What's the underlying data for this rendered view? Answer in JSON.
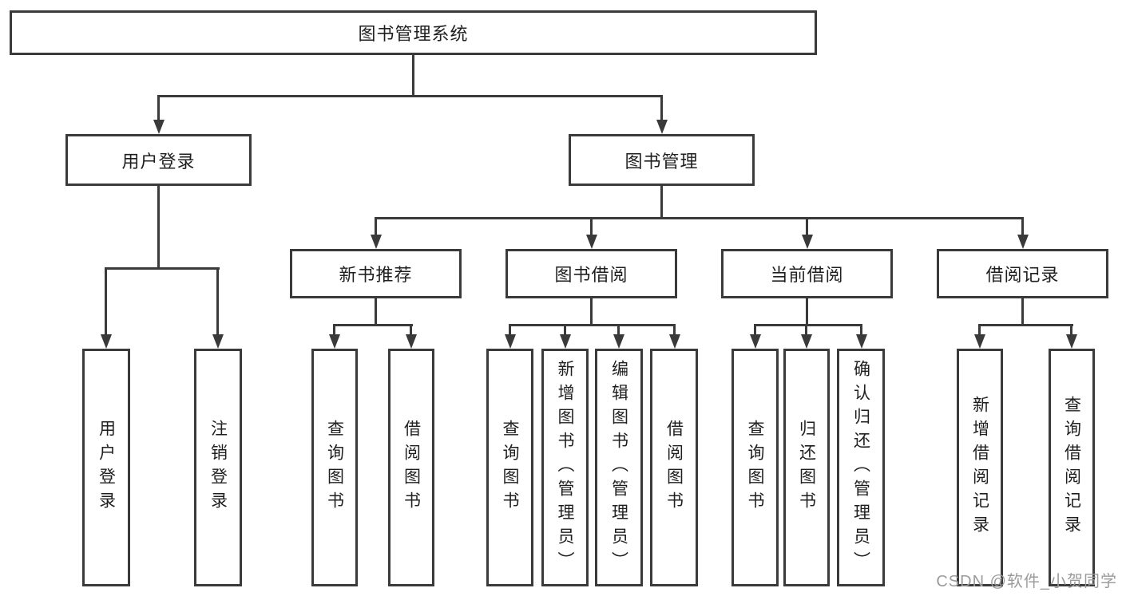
{
  "diagram_title": "图书管理系统",
  "nodes": {
    "root": {
      "label": "图书管理系统"
    },
    "user_login": {
      "label": "用户登录"
    },
    "book_mgmt": {
      "label": "图书管理"
    },
    "new_book_rec": {
      "label": "新书推荐"
    },
    "book_borrow": {
      "label": "图书借阅"
    },
    "current_borrow": {
      "label": "当前借阅"
    },
    "borrow_records": {
      "label": "借阅记录"
    },
    "leaf_user_login": {
      "label": "用户登录"
    },
    "leaf_logout": {
      "label": "注销登录"
    },
    "leaf_query_book_rec": {
      "label": "查询图书"
    },
    "leaf_borrow_book_rec": {
      "label": "借阅图书"
    },
    "leaf_query_book_borrow": {
      "label": "查询图书"
    },
    "leaf_add_book_admin": {
      "label": "新增图书（管理员）"
    },
    "leaf_edit_book_admin": {
      "label": "编辑图书（管理员）"
    },
    "leaf_borrow_book_borrow": {
      "label": "借阅图书"
    },
    "leaf_query_book_current": {
      "label": "查询图书"
    },
    "leaf_return_book": {
      "label": "归还图书"
    },
    "leaf_confirm_return_admin": {
      "label": "确认归还（管理员）"
    },
    "leaf_add_borrow_record": {
      "label": "新增借阅记录"
    },
    "leaf_query_borrow_record": {
      "label": "查询借阅记录"
    }
  },
  "watermark": {
    "text": "CSDN @软件_小贺同学"
  },
  "colors": {
    "line": "#3a3a3a",
    "text": "#1f1f1f",
    "watermark": "#9b9b9b",
    "background": "#ffffff"
  }
}
